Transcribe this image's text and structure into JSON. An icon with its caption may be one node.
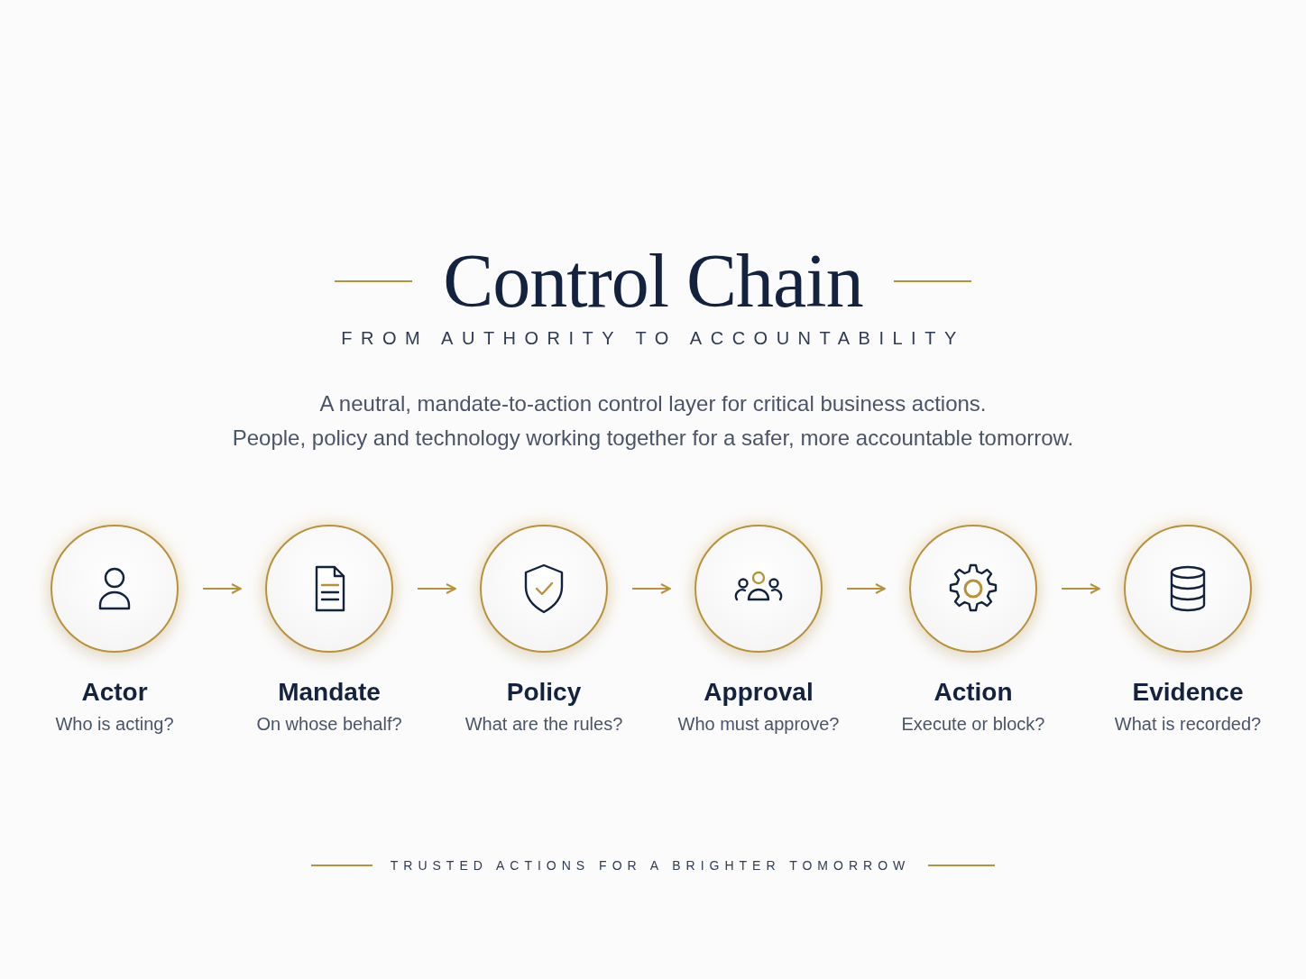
{
  "diagram": {
    "title": "Control Chain",
    "nodes": [
      {
        "text": [
          "Actor",
          "Who is acting?"
        ]
      },
      {
        "text": [
          "Mandate",
          "On whose behalf?"
        ]
      },
      {
        "text": [
          "Policy",
          "What are the rules?"
        ]
      },
      {
        "text": [
          "Approval",
          "Who must approve?"
        ]
      },
      {
        "text": [
          "Action",
          "Execute or block?"
        ]
      },
      {
        "text": [
          "Evidence",
          "What is recorded?"
        ]
      }
    ],
    "edges": [
      {
        "from": 0,
        "to": 1,
        "arrow": "to"
      },
      {
        "from": 1,
        "to": 2,
        "arrow": "to"
      },
      {
        "from": 2,
        "to": 3,
        "arrow": "to"
      },
      {
        "from": 3,
        "to": 4,
        "arrow": "to"
      },
      {
        "from": 4,
        "to": 5,
        "arrow": "to"
      }
    ],
    "labels": [
      "FROM AUTHORITY TO ACCOUNTABILITY",
      "A neutral, mandate-to-action control layer for critical business actions.",
      "People, policy and technology working together for a safer, more accountable tomorrow.",
      "TRUSTED ACTIONS FOR A BRIGHTER TOMORROW"
    ]
  }
}
